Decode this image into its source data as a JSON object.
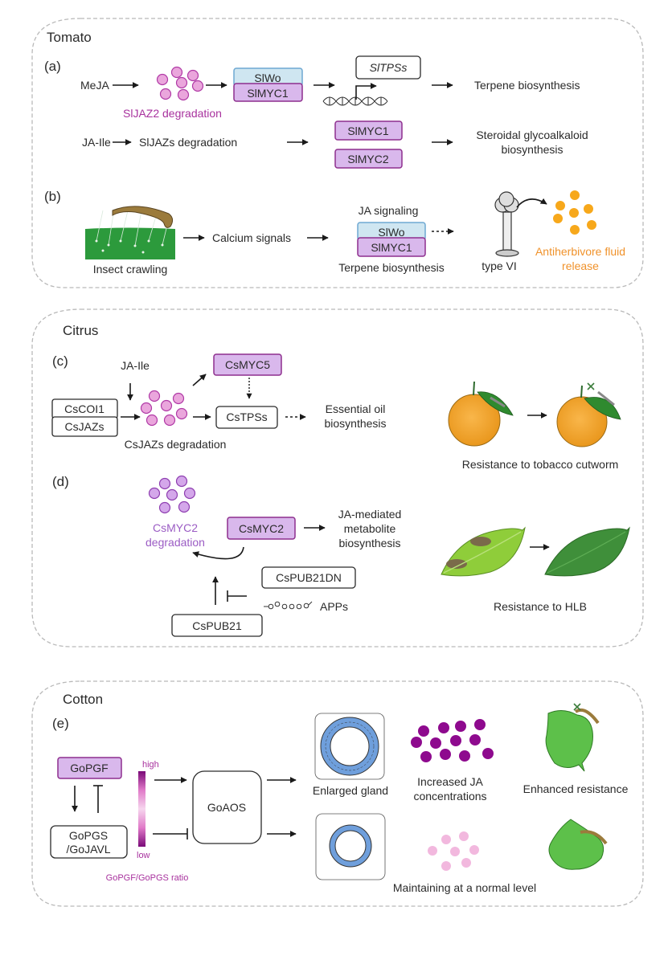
{
  "panels": {
    "tomato": {
      "title": "Tomato",
      "a": {
        "label": "(a)",
        "meja": "MeJA",
        "sljaz2_degradation": "SlJAZ2 degradation",
        "slwo": "SlWo",
        "slmyc1": "SlMYC1",
        "sltpss": "SlTPSs",
        "terpene": "Terpene biosynthesis",
        "ja_ile": "JA-Ile",
        "sljazs_degradation": "SlJAZs degradation",
        "slmyc1_b": "SlMYC1",
        "slmyc2": "SlMYC2",
        "steroidal_1": "Steroidal glycoalkaloid",
        "steroidal_2": "biosynthesis"
      },
      "b": {
        "label": "(b)",
        "insect_crawling": "Insect crawling",
        "calcium": "Calcium signals",
        "ja_signaling": "JA signaling",
        "slwo": "SlWo",
        "slmyc1": "SlMYC1",
        "terpene": "Terpene biosynthesis",
        "type_vi": "type VI",
        "fluid_1": "Antiherbivore fluid",
        "fluid_2": "release"
      }
    },
    "citrus": {
      "title": "Citrus",
      "c": {
        "label": "(c)",
        "ja_ile": "JA-Ile",
        "cscoi1": "CsCOI1",
        "csjazs": "CsJAZs",
        "csjazs_degradation": "CsJAZs degradation",
        "csmyc5": "CsMYC5",
        "cstpss": "CsTPSs",
        "essential_1": "Essential oil",
        "essential_2": "biosynthesis",
        "resistance": "Resistance to tobacco cutworm"
      },
      "d": {
        "label": "(d)",
        "csmyc2_deg_1": "CsMYC2",
        "csmyc2_deg_2": "degradation",
        "csmyc2": "CsMYC2",
        "ja_med_1": "JA-mediated",
        "ja_med_2": "metabolite",
        "ja_med_3": "biosynthesis",
        "cspub21dn": "CsPUB21DN",
        "apps": "APPs",
        "cspub21": "CsPUB21",
        "resistance": "Resistance to HLB"
      }
    },
    "cotton": {
      "title": "Cotton",
      "e": {
        "label": "(e)",
        "gopgf": "GoPGF",
        "gopgs_1": "GoPGS",
        "gopgs_2": "/GoJAVL",
        "high": "high",
        "low": "low",
        "ratio": "GoPGF/GoPGS ratio",
        "goaos": "GoAOS",
        "enlarged": "Enlarged gland",
        "increased_1": "Increased JA",
        "increased_2": "concentrations",
        "enhanced": "Enhanced resistance",
        "normal": "Maintaining at a normal level"
      }
    }
  },
  "colors": {
    "purple_text": "#a8329e",
    "lilac_text": "#9b5cc4",
    "orange_text": "#f0922b",
    "purple_box": "#d9b8ec",
    "blue_box": "#cfe6f1",
    "jaz_dot": "#eaa6dc",
    "myc2_dot": "#d4a7ea",
    "ja_dot_dark": "#8e0a8e",
    "ja_dot_light": "#f2b8de",
    "fluid_dot": "#f7a81b"
  }
}
